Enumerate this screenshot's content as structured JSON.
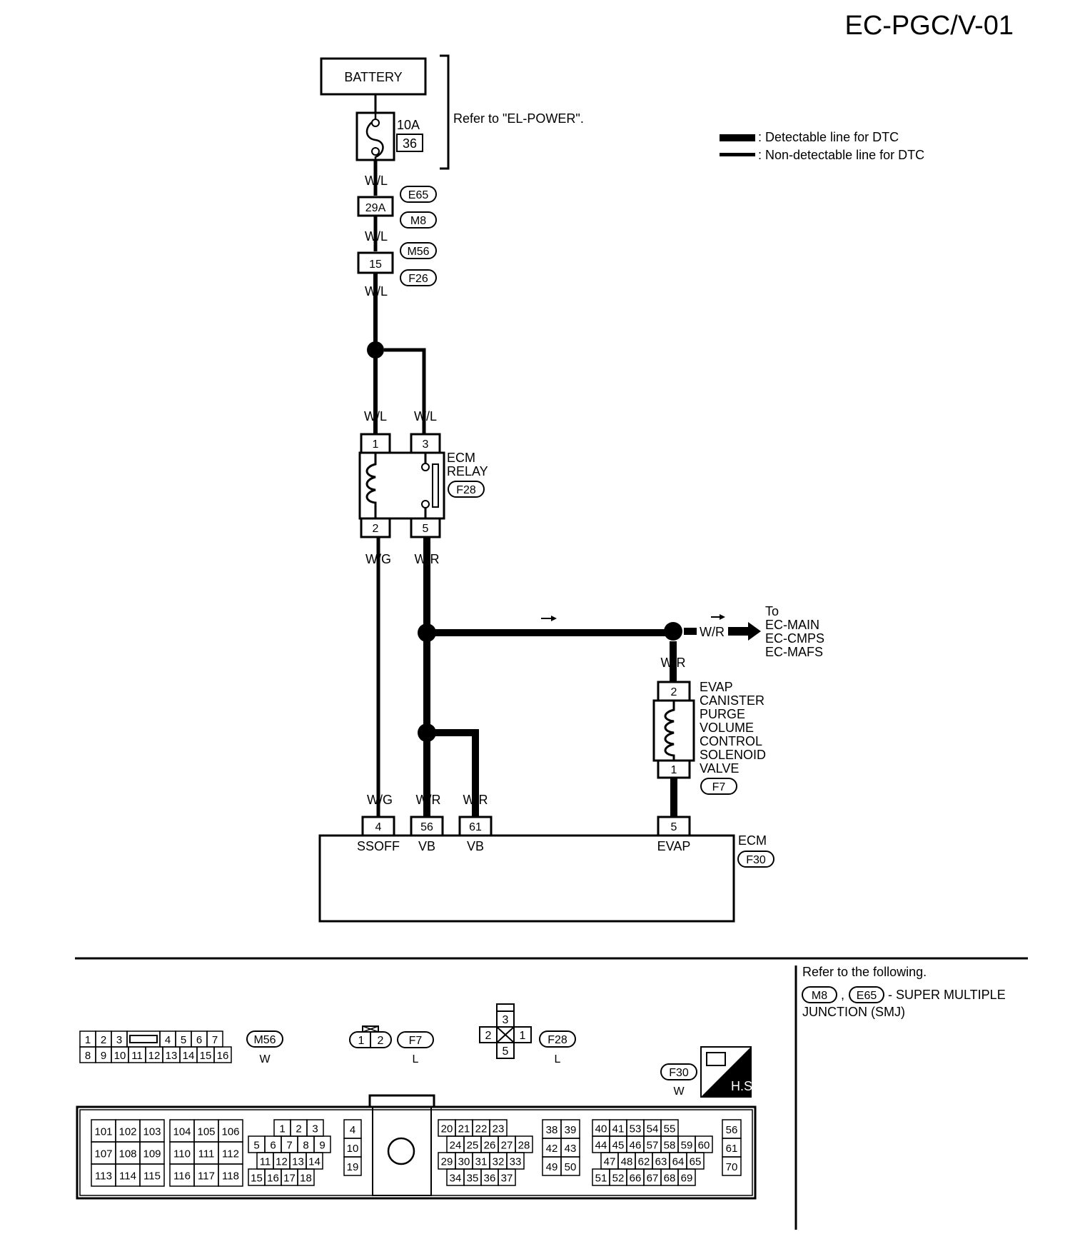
{
  "page_title": "EC-PGC/V-01",
  "legend": {
    "detectable": ": Detectable line for DTC",
    "non_detectable": ": Non-detectable line for DTC"
  },
  "battery": {
    "label": "BATTERY",
    "fuse_amps": "10A",
    "fuse_no": "36",
    "refer": "Refer to \"EL-POWER\"."
  },
  "wires": {
    "wl": "W/L",
    "wg": "W/G",
    "wr": "W/R",
    "l": "L"
  },
  "junctions": {
    "pin_29a": "29A",
    "pin_15": "15",
    "e65": "E65",
    "m8": "M8",
    "m56": "M56",
    "f26": "F26"
  },
  "ecm_relay": {
    "line1": "ECM",
    "line2": "RELAY",
    "connector": "F28",
    "pins": [
      "1",
      "3",
      "2",
      "5"
    ]
  },
  "to_box": {
    "to": "To",
    "items": [
      "EC-MAIN",
      "EC-CMPS",
      "EC-MAFS"
    ]
  },
  "evap_valve": {
    "lines": [
      "EVAP",
      "CANISTER",
      "PURGE",
      "VOLUME",
      "CONTROL",
      "SOLENOID",
      "VALVE"
    ],
    "connector": "F7",
    "pin_top": "2",
    "pin_bottom": "1"
  },
  "ecm": {
    "label": "ECM",
    "connector": "F30",
    "pins": [
      {
        "num": "4",
        "name": "SSOFF"
      },
      {
        "num": "56",
        "name": "VB"
      },
      {
        "num": "61",
        "name": "VB"
      },
      {
        "num": "5",
        "name": "EVAP"
      }
    ]
  },
  "refer_following": {
    "title": "Refer to the following.",
    "m8": "M8",
    "comma": ",",
    "e65": "E65",
    "line1_rest": "- SUPER MULTIPLE",
    "line2": "JUNCTION (SMJ)"
  },
  "connectors": {
    "m56": {
      "id": "M56",
      "color": "W",
      "row1": [
        "1",
        "2",
        "3",
        "",
        "4",
        "5",
        "6",
        "7"
      ],
      "row2": [
        "8",
        "9",
        "10",
        "11",
        "12",
        "13",
        "14",
        "15",
        "16"
      ]
    },
    "f7": {
      "id": "F7",
      "color": "L",
      "pins": [
        "1",
        "2"
      ]
    },
    "f28": {
      "id": "F28",
      "color": "L",
      "pins": [
        "3",
        "2",
        "1",
        "5"
      ]
    },
    "f30": {
      "id": "F30",
      "color": "W",
      "hs": "H.S.",
      "blockA": [
        [
          "101",
          "102",
          "103"
        ],
        [
          "107",
          "108",
          "109"
        ],
        [
          "113",
          "114",
          "115"
        ]
      ],
      "blockB": [
        [
          "104",
          "105",
          "106"
        ],
        [
          "110",
          "111",
          "112"
        ],
        [
          "116",
          "117",
          "118"
        ]
      ],
      "blockC": [
        [
          "1",
          "2",
          "3"
        ],
        [
          "5",
          "6",
          "7",
          "8",
          "9"
        ],
        [
          "11",
          "12",
          "13",
          "14"
        ],
        [
          "15",
          "16",
          "17",
          "18"
        ]
      ],
      "blockD": [
        "4",
        "10",
        "19"
      ],
      "blockE": [
        [
          "20",
          "21",
          "22",
          "23"
        ],
        [
          "24",
          "25",
          "26",
          "27",
          "28"
        ],
        [
          "29",
          "30",
          "31",
          "32",
          "33"
        ],
        [
          "34",
          "35",
          "36",
          "37"
        ]
      ],
      "blockF": [
        [
          "38",
          "39"
        ],
        [
          "42",
          "43"
        ],
        [
          "49",
          "50"
        ]
      ],
      "blockG": [
        [
          "40",
          "41",
          "53",
          "54",
          "55"
        ],
        [
          "44",
          "45",
          "46",
          "57",
          "58",
          "59",
          "60"
        ],
        [
          "47",
          "48",
          "62",
          "63",
          "64",
          "65"
        ],
        [
          "51",
          "52",
          "66",
          "67",
          "68",
          "69"
        ]
      ],
      "blockH": [
        "56",
        "61",
        "70"
      ]
    }
  }
}
